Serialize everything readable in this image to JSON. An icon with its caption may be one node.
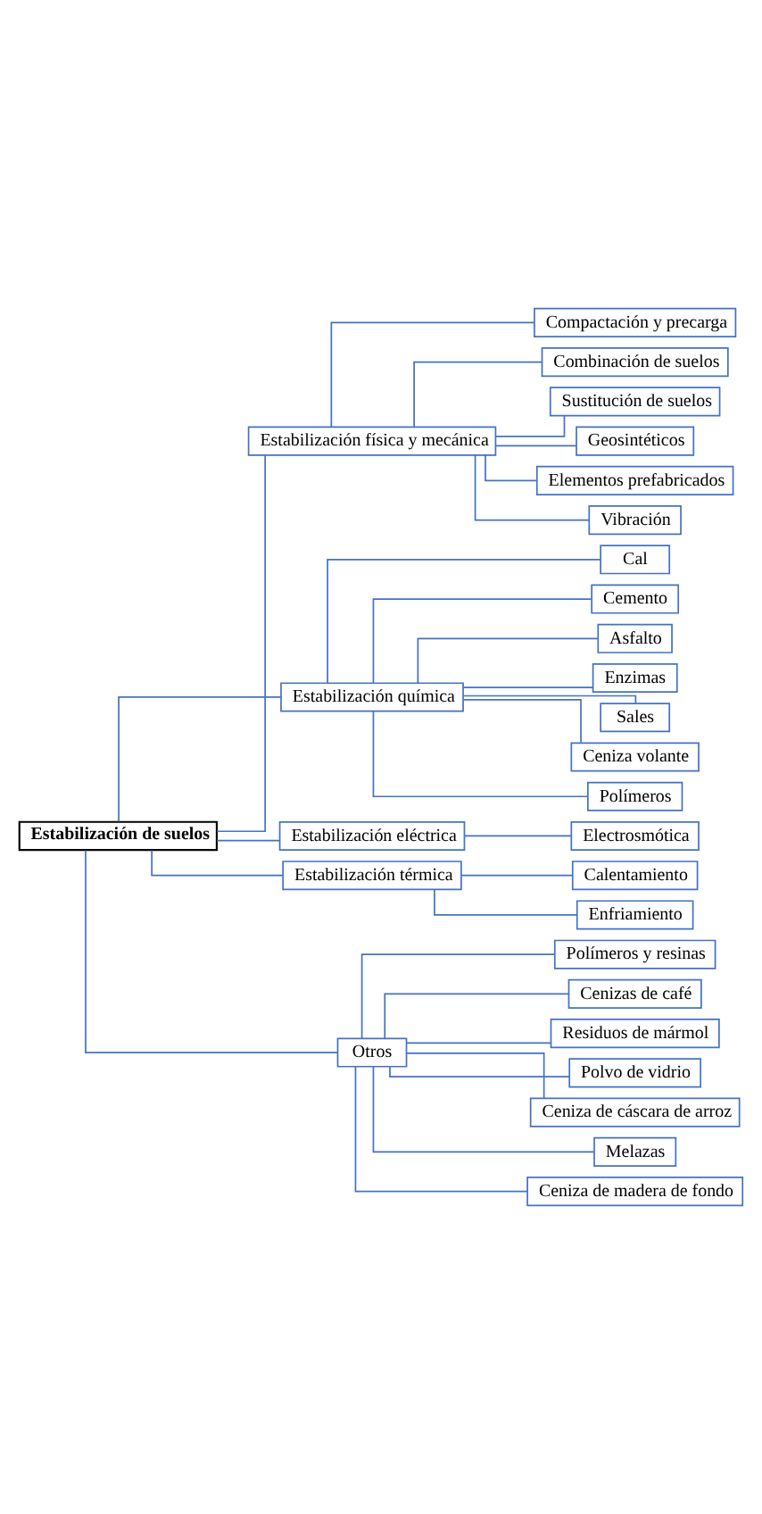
{
  "diagram": {
    "nodes": [
      {
        "text": [
          "Estabilización de suelos"
        ]
      },
      {
        "text": [
          "Estabilización física y mecánica"
        ]
      },
      {
        "text": [
          "Compactación y precarga"
        ]
      },
      {
        "text": [
          "Combinación de suelos"
        ]
      },
      {
        "text": [
          "Sustitución de suelos"
        ]
      },
      {
        "text": [
          "Geosintéticos"
        ]
      },
      {
        "text": [
          "Elementos prefabricados"
        ]
      },
      {
        "text": [
          "Vibración"
        ]
      },
      {
        "text": [
          "Estabilización química"
        ]
      },
      {
        "text": [
          "Cal"
        ]
      },
      {
        "text": [
          "Cemento"
        ]
      },
      {
        "text": [
          "Asfalto"
        ]
      },
      {
        "text": [
          "Enzimas"
        ]
      },
      {
        "text": [
          "Sales"
        ]
      },
      {
        "text": [
          "Ceniza volante"
        ]
      },
      {
        "text": [
          "Polímeros"
        ]
      },
      {
        "text": [
          "Estabilización eléctrica"
        ]
      },
      {
        "text": [
          "Electrosmótica"
        ]
      },
      {
        "text": [
          "Estabilización térmica"
        ]
      },
      {
        "text": [
          "Calentamiento"
        ]
      },
      {
        "text": [
          "Enfriamiento"
        ]
      },
      {
        "text": [
          "Otros"
        ]
      },
      {
        "text": [
          "Polímeros y resinas"
        ]
      },
      {
        "text": [
          "Cenizas de café"
        ]
      },
      {
        "text": [
          "Residuos de mármol"
        ]
      },
      {
        "text": [
          "Polvo de vidrio"
        ]
      },
      {
        "text": [
          "Ceniza de cáscara de arroz"
        ]
      },
      {
        "text": [
          "Melazas"
        ]
      },
      {
        "text": [
          "Ceniza de madera de fondo"
        ]
      }
    ],
    "edges": [
      {
        "from": 0,
        "to": 1,
        "arrow": "none"
      },
      {
        "from": 1,
        "to": 2,
        "arrow": "none"
      },
      {
        "from": 1,
        "to": 3,
        "arrow": "none"
      },
      {
        "from": 1,
        "to": 4,
        "arrow": "none"
      },
      {
        "from": 1,
        "to": 5,
        "arrow": "none"
      },
      {
        "from": 1,
        "to": 6,
        "arrow": "none"
      },
      {
        "from": 1,
        "to": 7,
        "arrow": "none"
      },
      {
        "from": 0,
        "to": 8,
        "arrow": "none"
      },
      {
        "from": 8,
        "to": 9,
        "arrow": "none"
      },
      {
        "from": 8,
        "to": 10,
        "arrow": "none"
      },
      {
        "from": 8,
        "to": 11,
        "arrow": "none"
      },
      {
        "from": 8,
        "to": 12,
        "arrow": "none"
      },
      {
        "from": 8,
        "to": 13,
        "arrow": "none"
      },
      {
        "from": 8,
        "to": 14,
        "arrow": "none"
      },
      {
        "from": 8,
        "to": 15,
        "arrow": "none"
      },
      {
        "from": 0,
        "to": 16,
        "arrow": "none"
      },
      {
        "from": 16,
        "to": 17,
        "arrow": "none"
      },
      {
        "from": 0,
        "to": 18,
        "arrow": "none"
      },
      {
        "from": 18,
        "to": 19,
        "arrow": "none"
      },
      {
        "from": 18,
        "to": 20,
        "arrow": "none"
      },
      {
        "from": 0,
        "to": 21,
        "arrow": "none"
      },
      {
        "from": 21,
        "to": 22,
        "arrow": "none"
      },
      {
        "from": 21,
        "to": 23,
        "arrow": "none"
      },
      {
        "from": 21,
        "to": 24,
        "arrow": "none"
      },
      {
        "from": 21,
        "to": 25,
        "arrow": "none"
      },
      {
        "from": 21,
        "to": 26,
        "arrow": "none"
      },
      {
        "from": 21,
        "to": 27,
        "arrow": "none"
      },
      {
        "from": 21,
        "to": 28,
        "arrow": "none"
      }
    ]
  }
}
